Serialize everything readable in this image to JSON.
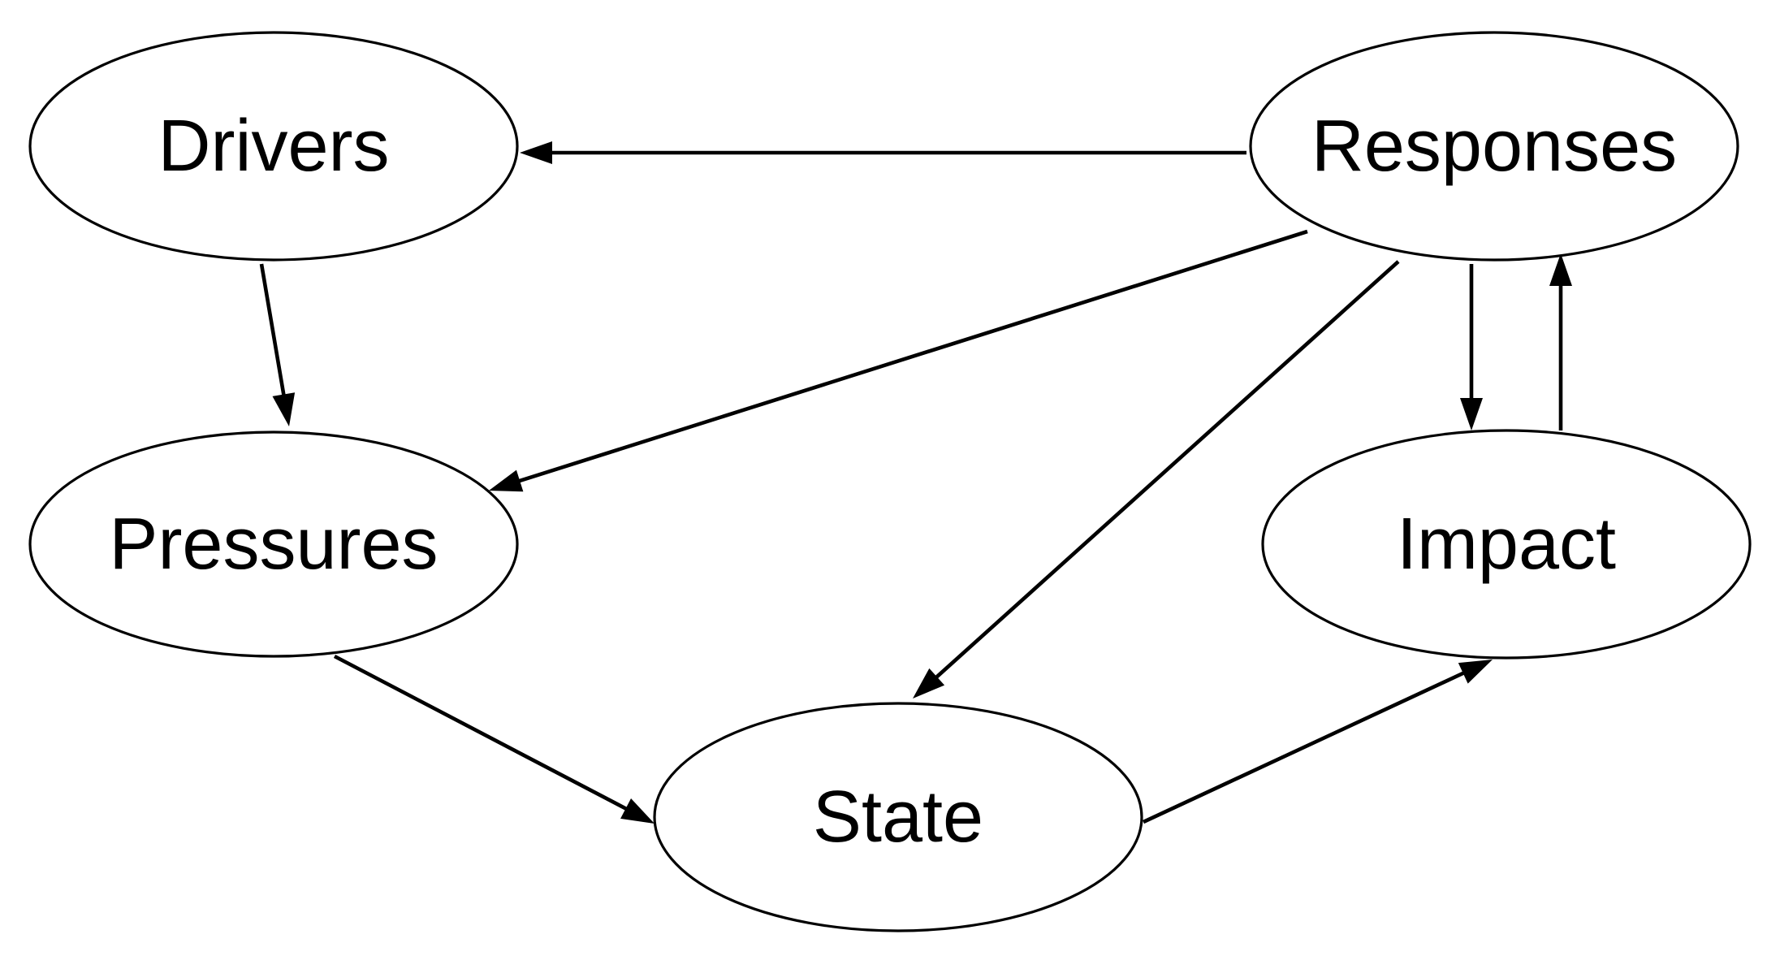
{
  "diagram": {
    "nodes": [
      {
        "id": "drivers",
        "label": "Drivers"
      },
      {
        "id": "responses",
        "label": "Responses"
      },
      {
        "id": "pressures",
        "label": "Pressures"
      },
      {
        "id": "impact",
        "label": "Impact"
      },
      {
        "id": "state",
        "label": "State"
      }
    ],
    "edges": [
      {
        "from": "responses",
        "to": "drivers"
      },
      {
        "from": "drivers",
        "to": "pressures"
      },
      {
        "from": "responses",
        "to": "pressures"
      },
      {
        "from": "responses",
        "to": "state"
      },
      {
        "from": "responses",
        "to": "impact"
      },
      {
        "from": "impact",
        "to": "responses"
      },
      {
        "from": "pressures",
        "to": "state"
      },
      {
        "from": "state",
        "to": "impact"
      }
    ],
    "colors": {
      "stroke": "#000000",
      "fill": "#ffffff",
      "background": "#ffffff"
    }
  }
}
